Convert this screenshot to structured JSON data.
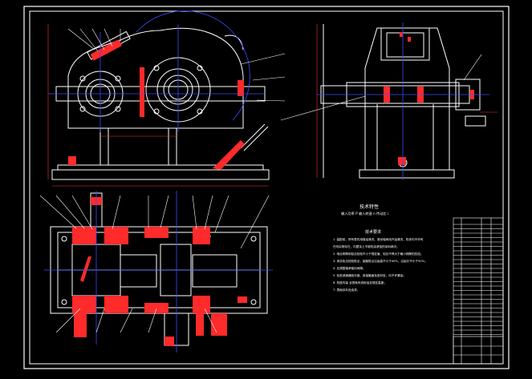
{
  "drawing": {
    "tech_params_title": "技术特性",
    "tech_params_line": "输入功率 P 输入转速 n 传动比 i",
    "tech_req_title": "技术要求",
    "tech_req_lines": [
      "1. 装配前，所有零件用煤油清洗，滚动轴承用汽油清洗，机体内不许有",
      "   任何杂物存在，内壁涂上不被机油浸蚀的涂料两次；",
      "2. 啮合侧隙用铅丝检验不小于规定值，铅丝不得大于最小侧隙的四倍；",
      "3. 用涂色法检验斑点，接触斑点沿齿高不小于40%，沿齿长不小于50%；",
      "4. 应调整轴承轴向间隙；",
      "5. 检查减速器剖分面、各接触面及密封处，均不许漏油；",
      "6. 机座内装 全损耗系统用油至规定高度；",
      "7. 表面涂灰色油漆。"
    ]
  },
  "colors": {
    "background": "#000000",
    "border": "#ffffff",
    "line": "#ffffff",
    "section": "#ff2a2a",
    "centerline": "#3b4bff",
    "dimension": "#ff3030"
  }
}
